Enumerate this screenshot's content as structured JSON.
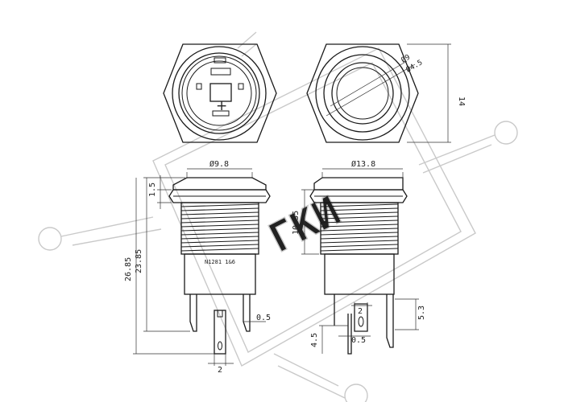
{
  "dimensions": {
    "thread_diameter": "Ø9.8",
    "head_diameter": "Ø13.8",
    "across_flats_height": "14",
    "total_length": "26.85",
    "body_length": "23.85",
    "head_height": "1.5",
    "thread_length": "10.35",
    "terminal_thickness_left": "0.5",
    "terminal_thickness_right": "0.5",
    "terminal_width_bottom": "2",
    "terminal_width_right": "2",
    "terminal_length": "5.3",
    "terminal_tip": "4.5",
    "ring_dim_outer": "Ø9",
    "ring_dim_inner": "Ø4.5"
  },
  "markings": {
    "body_label": "N1281 1&6",
    "polarity_plus": "+",
    "polarity_minus": "−"
  },
  "watermark": {
    "text": "ГКИ",
    "color": "#c9c9c9"
  }
}
